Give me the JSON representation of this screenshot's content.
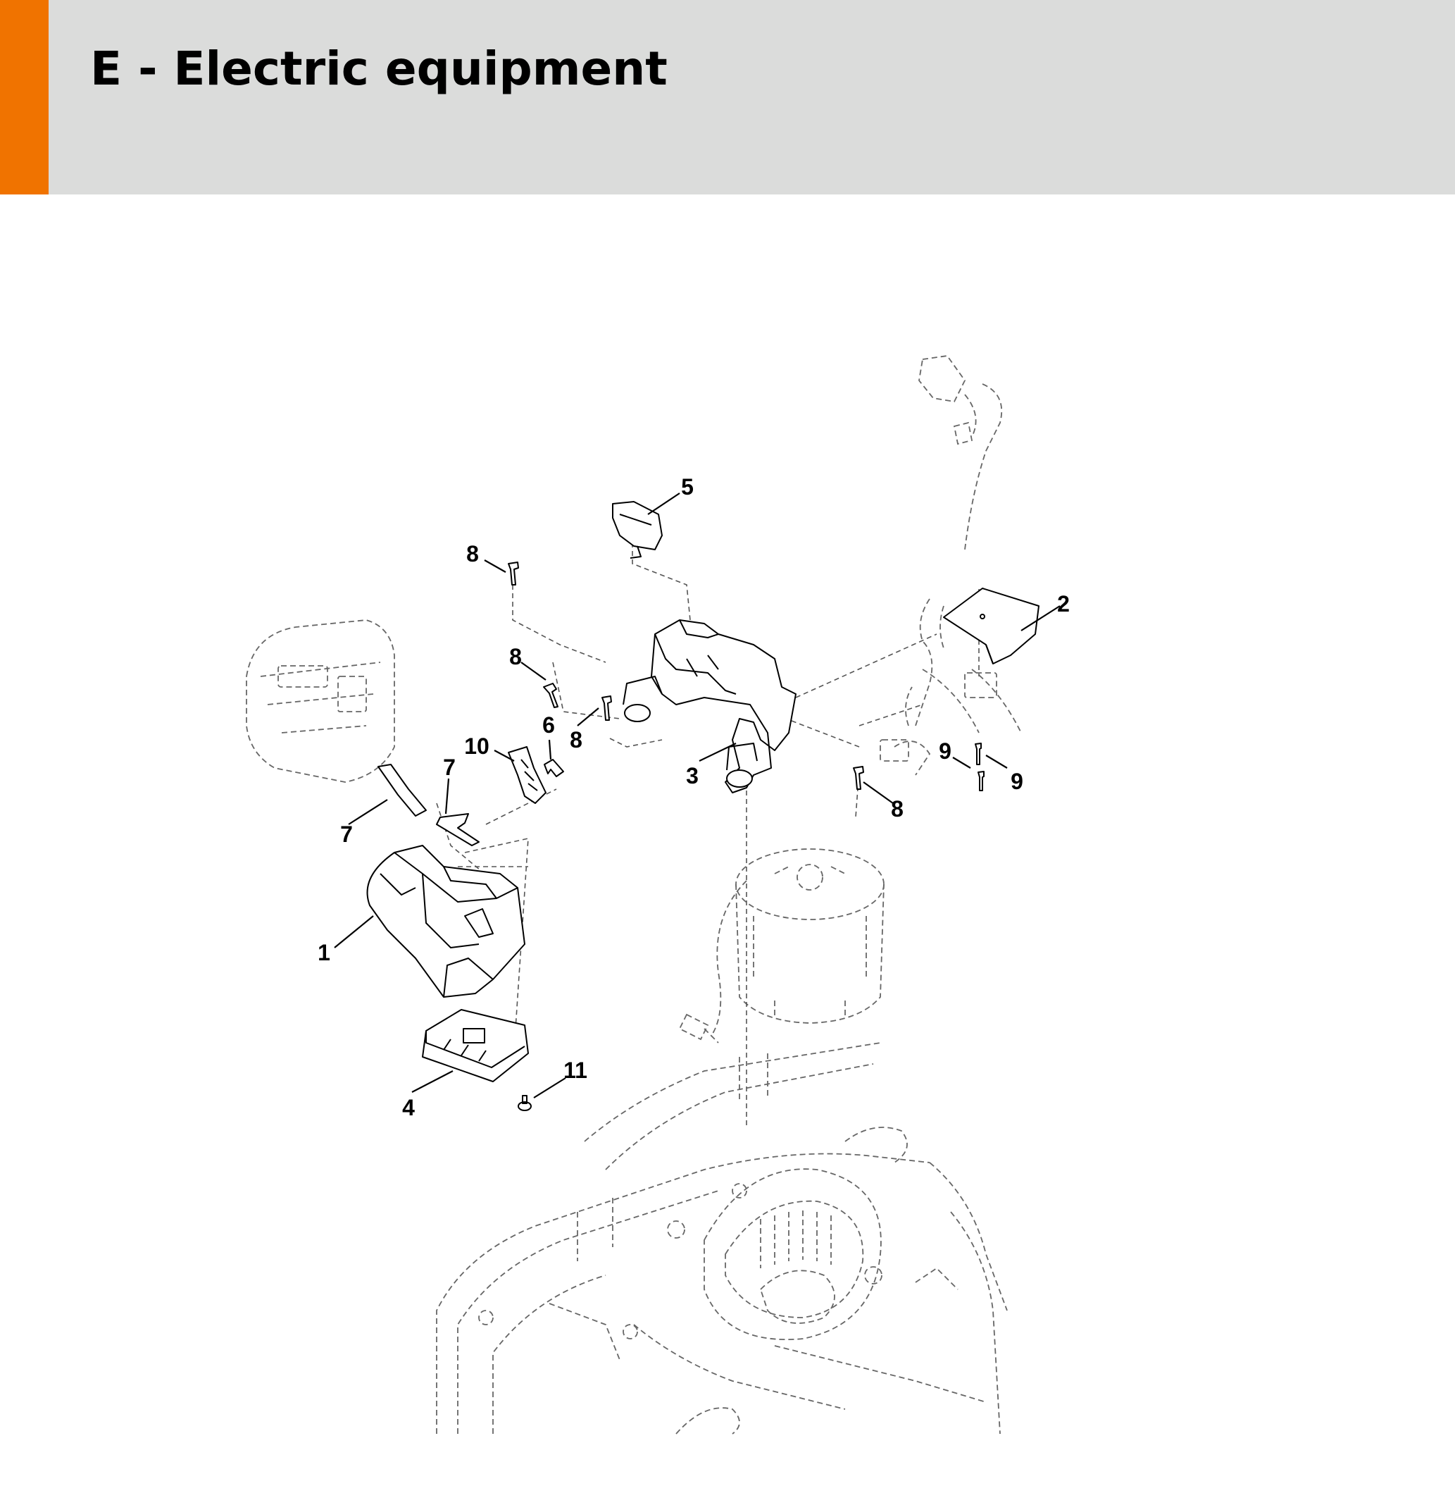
{
  "header": {
    "title": "E - Electric equipment",
    "accent_color": "#f07300",
    "band_color": "#dbdcdb"
  },
  "diagram": {
    "type": "exploded-parts-view",
    "callouts": [
      {
        "id": "c1",
        "label": "1"
      },
      {
        "id": "c2",
        "label": "2"
      },
      {
        "id": "c3",
        "label": "3"
      },
      {
        "id": "c4",
        "label": "4"
      },
      {
        "id": "c5",
        "label": "5"
      },
      {
        "id": "c6",
        "label": "6"
      },
      {
        "id": "c7a",
        "label": "7"
      },
      {
        "id": "c7b",
        "label": "7"
      },
      {
        "id": "c8a",
        "label": "8"
      },
      {
        "id": "c8b",
        "label": "8"
      },
      {
        "id": "c8c",
        "label": "8"
      },
      {
        "id": "c8d",
        "label": "8"
      },
      {
        "id": "c9a",
        "label": "9"
      },
      {
        "id": "c9b",
        "label": "9"
      },
      {
        "id": "c10",
        "label": "10"
      },
      {
        "id": "c11",
        "label": "11"
      }
    ]
  }
}
